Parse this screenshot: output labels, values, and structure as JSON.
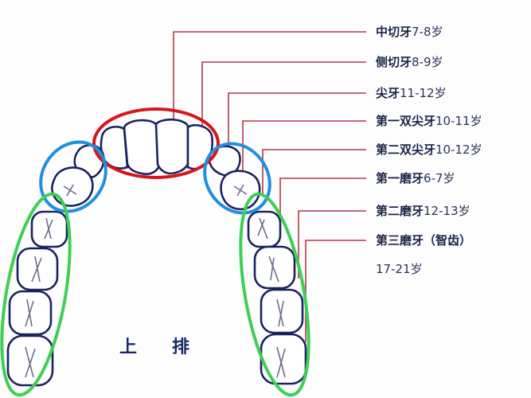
{
  "diagram": {
    "title_chars": [
      "上",
      "排"
    ],
    "colors": {
      "leader_line": "#b23a4a",
      "tooth_outline": "#1c2260",
      "incisor_group_ring": "#d8141c",
      "canine_group_ring": "#1f8fe0",
      "molar_group_ring": "#3ecf55",
      "text": "#1c2548"
    },
    "labels": [
      {
        "name": "中切牙",
        "age": "7-8岁"
      },
      {
        "name": "侧切牙",
        "age": "8-9岁"
      },
      {
        "name": "尖牙",
        "age": "11-12岁"
      },
      {
        "name": "第一双尖牙",
        "age": "10-11岁"
      },
      {
        "name": "第二双尖牙",
        "age": "10-12岁"
      },
      {
        "name": "第一磨牙",
        "age": "6-7岁"
      },
      {
        "name": "第二磨牙",
        "age": "12-13岁"
      },
      {
        "name": "第三磨牙（智齿）",
        "age": ""
      },
      {
        "name": "",
        "age": "17-21岁"
      }
    ],
    "groups": [
      {
        "name": "incisors",
        "ring_color": "red"
      },
      {
        "name": "canine-premolar-left",
        "ring_color": "blue"
      },
      {
        "name": "canine-premolar-right",
        "ring_color": "blue"
      },
      {
        "name": "molars-left",
        "ring_color": "green"
      },
      {
        "name": "molars-right",
        "ring_color": "green"
      }
    ]
  }
}
